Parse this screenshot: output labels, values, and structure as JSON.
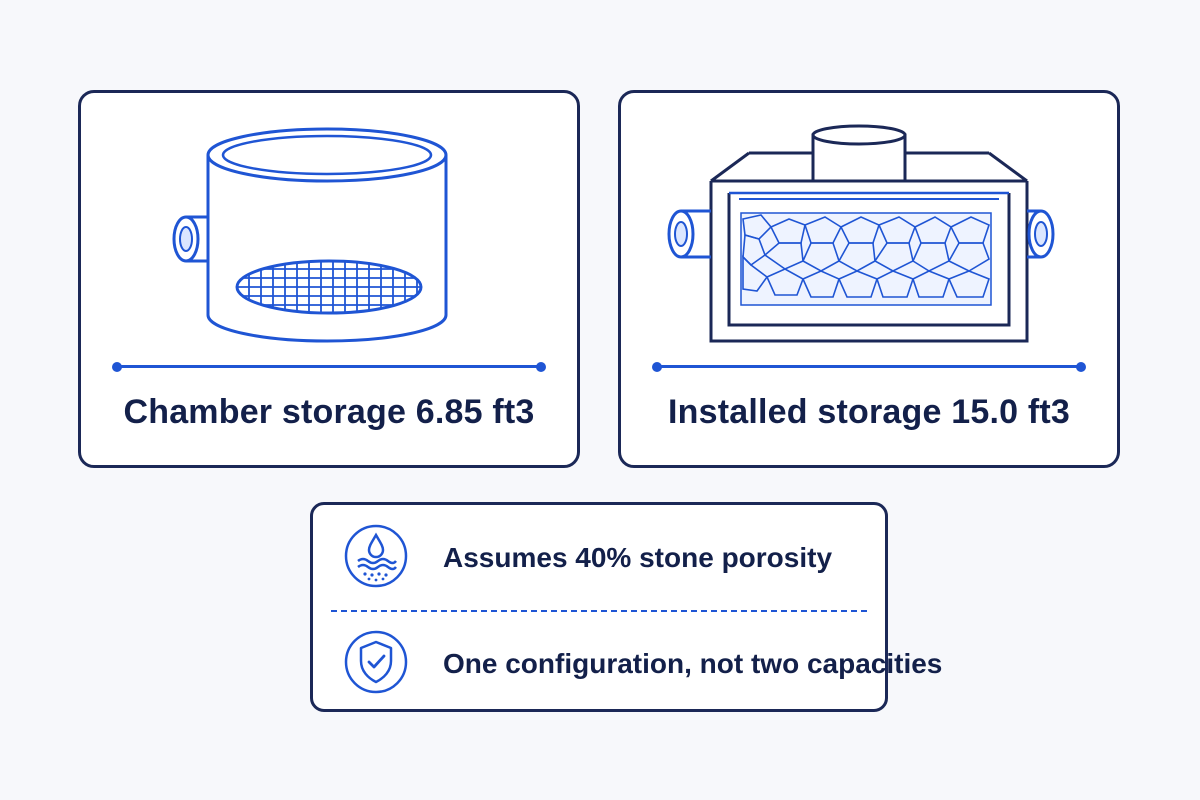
{
  "cards": [
    {
      "label": "Chamber storage 6.85 ft3",
      "illustration": "open-chamber-with-grate-icon"
    },
    {
      "label": "Installed storage 15.0 ft3",
      "illustration": "chamber-in-stone-bed-icon"
    }
  ],
  "notes": [
    {
      "text": "Assumes 40% stone porosity",
      "icon": "water-drop-porosity-icon"
    },
    {
      "text": "One configuration, not two capacities",
      "icon": "shield-check-icon"
    }
  ],
  "colors": {
    "accent": "#1f55d4",
    "outline": "#1b2857",
    "text": "#13204a",
    "background": "#f7f8fb"
  }
}
